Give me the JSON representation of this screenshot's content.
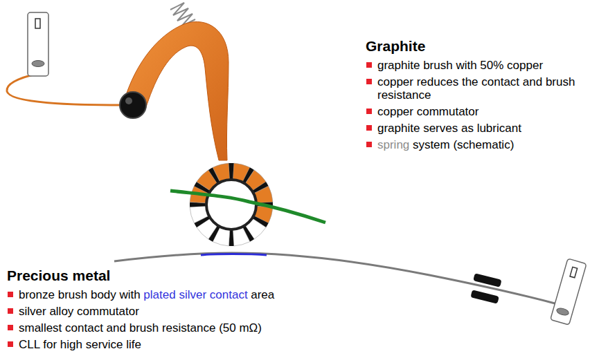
{
  "diagram": {
    "labels": [
      "Graphite",
      "graphite brush with 50% copper",
      "copper reduces the contact and brush resistance",
      "copper commutator",
      "graphite serves as lubricant",
      "spring",
      "system (schematic)",
      "Precious metal",
      "bronze brush body with",
      "plated silver contact",
      "area",
      "silver alloy commutator",
      "smallest contact and brush resistance (50 mΩ)",
      "CLL for high service life"
    ]
  }
}
